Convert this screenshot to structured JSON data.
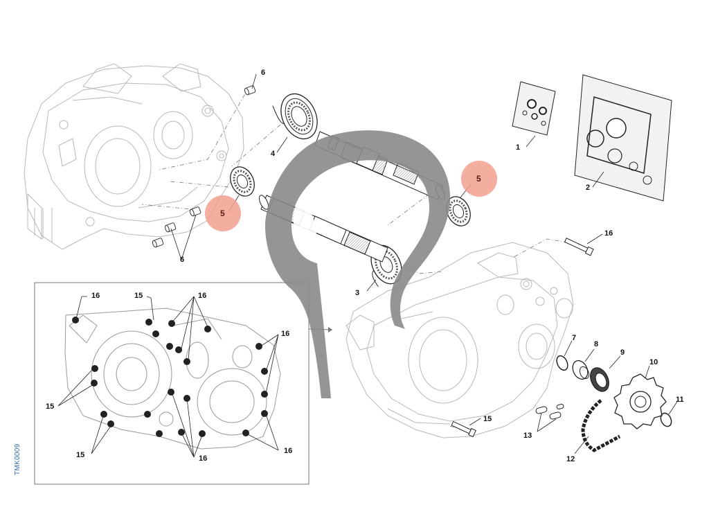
{
  "drawing_code": "TMK0009",
  "watermark": {
    "icon": "elephant-head-logo",
    "color": "#8a8a8a"
  },
  "highlight_color": "#f1a08f",
  "callouts": {
    "c1": "1",
    "c2": "2",
    "c3": "3",
    "c4": "4",
    "c5a": "5",
    "c5b": "5",
    "c6a": "6",
    "c6b": "6",
    "c7": "7",
    "c8": "8",
    "c9": "9",
    "c10": "10",
    "c11": "11",
    "c12": "12",
    "c13": "13",
    "c15_right": "15",
    "c16_right": "16"
  },
  "inset_callouts": {
    "i16_top": "16",
    "i15_top": "15",
    "i16_topright": "16",
    "i16_right": "16",
    "i15_left": "15",
    "i15_bottom": "15",
    "i16_bottom": "16",
    "i16_bottomright": "16"
  }
}
